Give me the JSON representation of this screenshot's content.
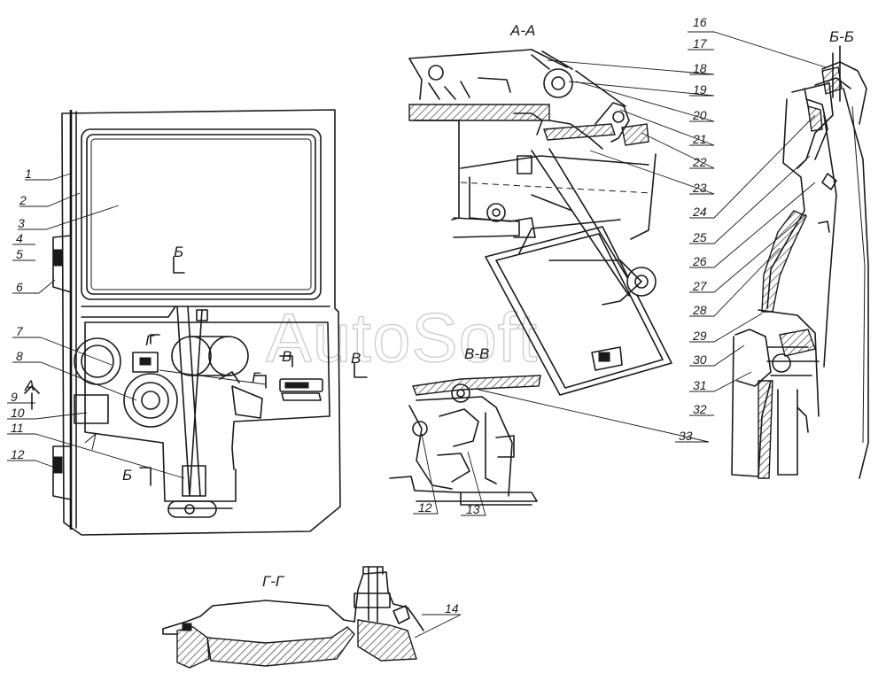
{
  "watermark": "AutoSoft",
  "sections": {
    "aa": "А-А",
    "bb": "Б-Б",
    "vv": "В-В",
    "gg": "Г-Г"
  },
  "cut_marks": {
    "a": "А",
    "b_upper": "Б",
    "b_lower": "Б",
    "v_left": "В",
    "v_right": "В",
    "g_upper": "Г",
    "g_lower": "Г"
  },
  "callouts": [
    "1",
    "2",
    "3",
    "4",
    "5",
    "6",
    "7",
    "8",
    "9",
    "10",
    "11",
    "12",
    "12",
    "13",
    "14",
    "16",
    "17",
    "18",
    "19",
    "20",
    "21",
    "22",
    "23",
    "24",
    "25",
    "26",
    "27",
    "28",
    "29",
    "30",
    "31",
    "32",
    "33"
  ]
}
